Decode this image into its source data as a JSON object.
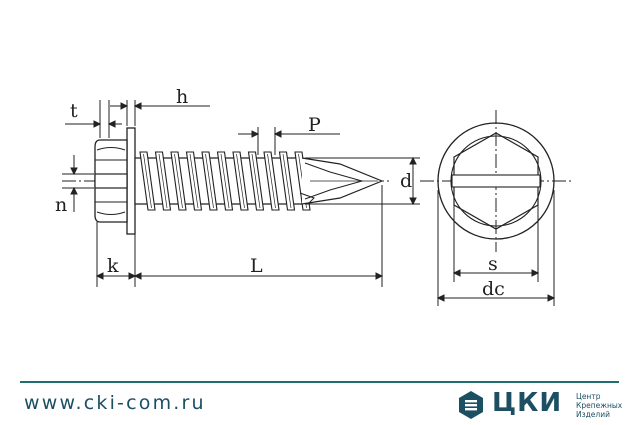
{
  "dimensions": {
    "t": "t",
    "h": "h",
    "P": "P",
    "n": "n",
    "d": "d",
    "k": "k",
    "L": "L",
    "s": "s",
    "dc": "dc"
  },
  "footer": {
    "url": "www.cki-com.ru",
    "brand_name": "ЦКИ",
    "brand_sub": [
      "Центр",
      "Крепежных",
      "Изделий"
    ]
  },
  "colors": {
    "line": "#222222",
    "brand": "#1d4f63",
    "rule": "#1f6f6a"
  }
}
